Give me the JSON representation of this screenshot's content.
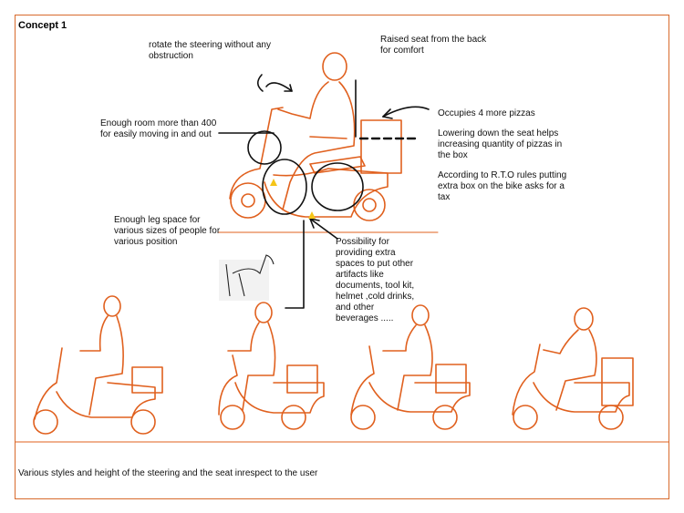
{
  "page": {
    "title": "Concept 1",
    "caption": "Various styles and height of the steering and the seat inrespect to the user"
  },
  "annotations": {
    "steering": "rotate the steering without any\nobstruction",
    "raised_seat": "Raised seat from the back\nfor comfort",
    "room": "Enough room more than 400\nfor easily moving in and out",
    "pizzas": "Occupies 4 more pizzas",
    "lowering": "Lowering down the seat helps\nincreasing quantity of pizzas in\nthe box",
    "rto": "According to R.T.O rules putting\nextra box on the bike asks for a\ntax",
    "leg_space": "Enough leg space for\nvarious sizes of people for\nvarious position",
    "extra_spaces": "Possibility for\nproviding extra\nspaces to put other\nartifacts like\ndocuments, tool kit,\nhelmet ,cold drinks,\nand other\nbeverages ....."
  },
  "colors": {
    "sketch": "#e0601e",
    "annotation": "#111111",
    "highlight": "#f5c518"
  }
}
